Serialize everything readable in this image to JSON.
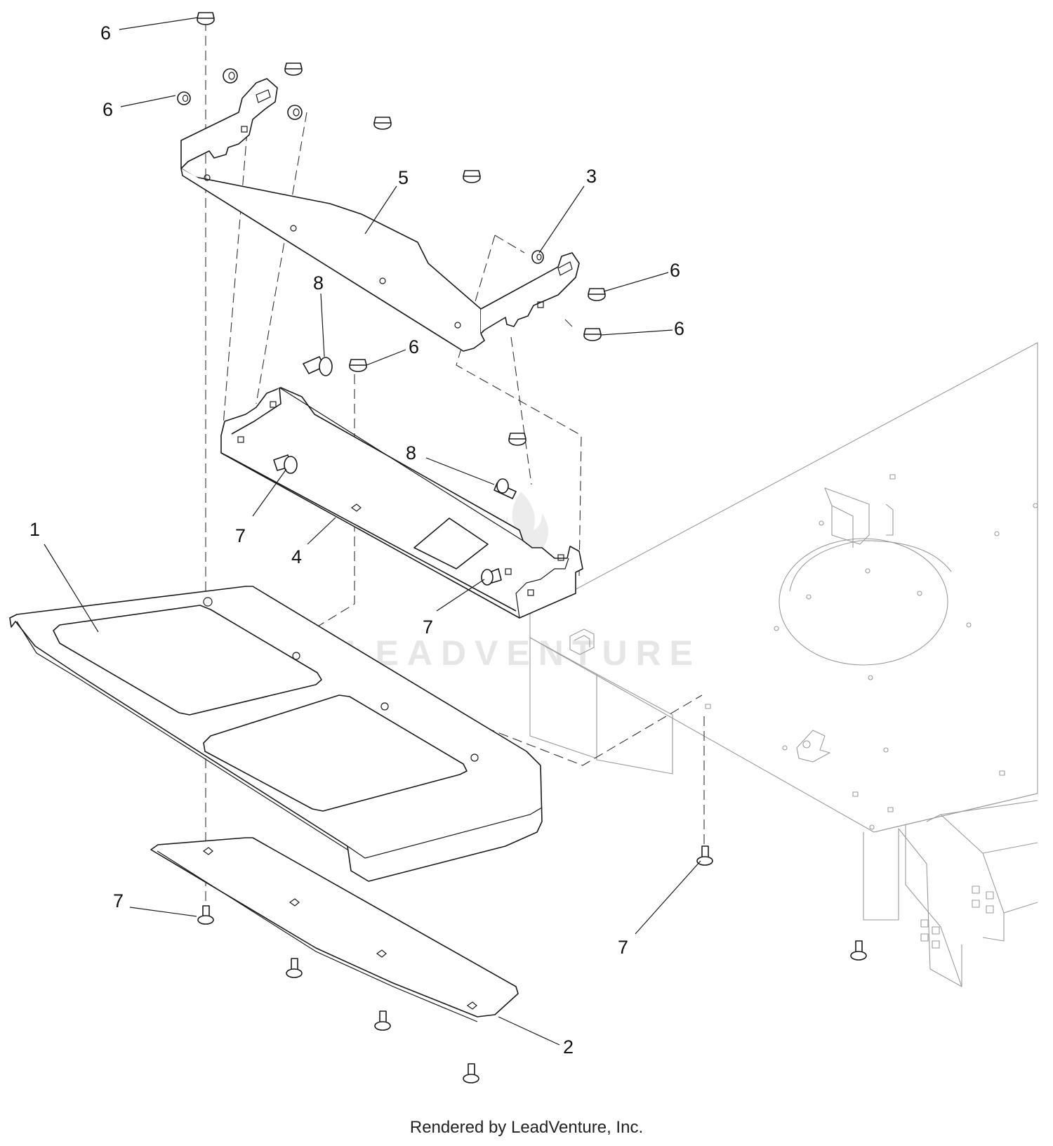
{
  "callouts": [
    {
      "id": "c6a",
      "label": "6"
    },
    {
      "id": "c6b",
      "label": "6"
    },
    {
      "id": "c5",
      "label": "5"
    },
    {
      "id": "c3",
      "label": "3"
    },
    {
      "id": "c6c",
      "label": "6"
    },
    {
      "id": "c6d",
      "label": "6"
    },
    {
      "id": "c8a",
      "label": "8"
    },
    {
      "id": "c6e",
      "label": "6"
    },
    {
      "id": "c8b",
      "label": "8"
    },
    {
      "id": "c7a",
      "label": "7"
    },
    {
      "id": "c4",
      "label": "4"
    },
    {
      "id": "c1",
      "label": "1"
    },
    {
      "id": "c7b",
      "label": "7"
    },
    {
      "id": "c7c",
      "label": "7"
    },
    {
      "id": "c7d",
      "label": "7"
    },
    {
      "id": "c2",
      "label": "2"
    }
  ],
  "watermark": "LEADVENTURE",
  "footer": "Rendered by LeadVenture, Inc."
}
